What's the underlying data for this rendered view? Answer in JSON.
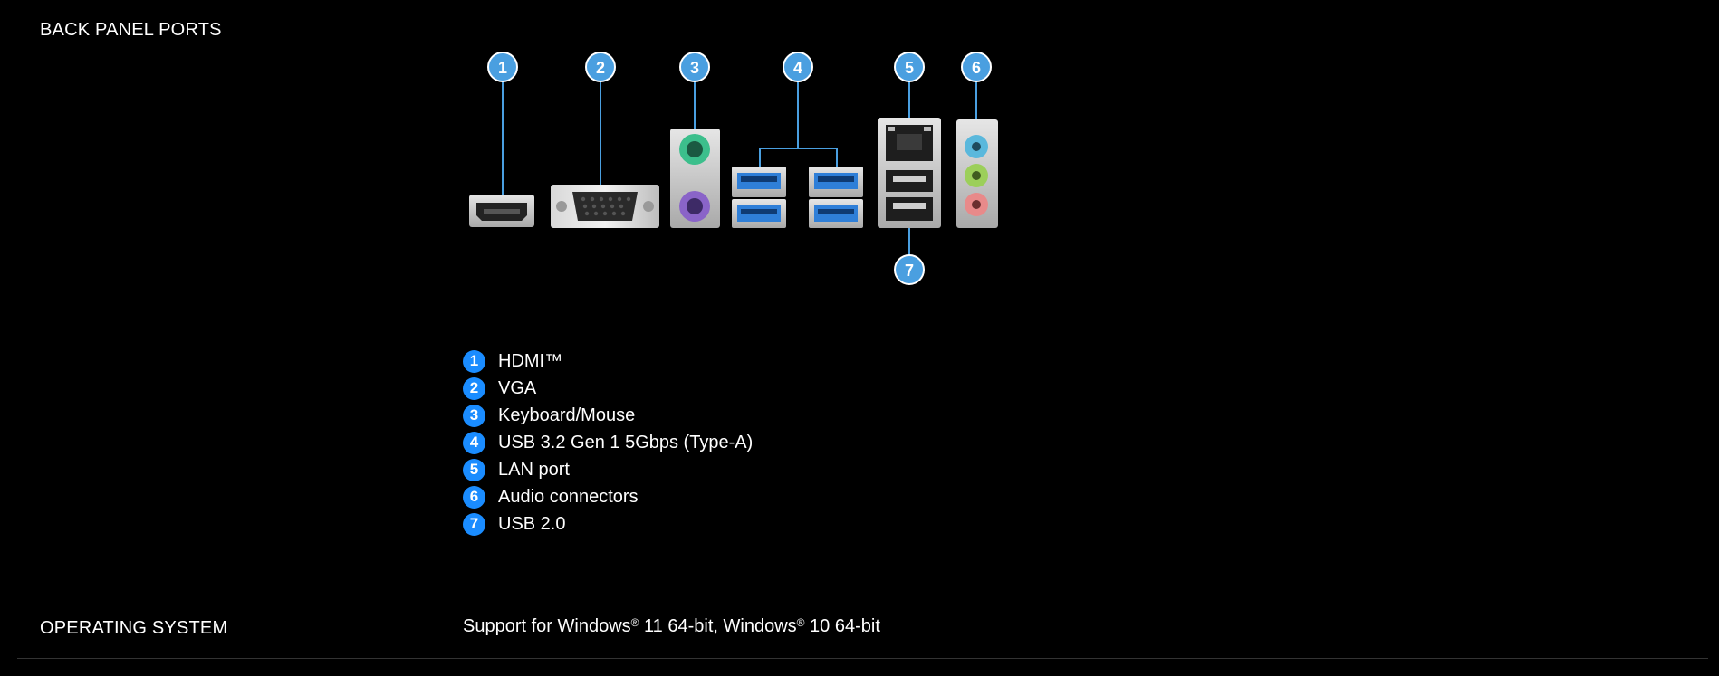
{
  "back_panel": {
    "label": "BACK PANEL PORTS",
    "callouts": [
      "1",
      "2",
      "3",
      "4",
      "5",
      "6",
      "7"
    ],
    "legend": [
      {
        "num": "1",
        "text": "HDMI™"
      },
      {
        "num": "2",
        "text": "VGA"
      },
      {
        "num": "3",
        "text": "Keyboard/Mouse"
      },
      {
        "num": "4",
        "text": "USB 3.2 Gen 1 5Gbps (Type-A)"
      },
      {
        "num": "5",
        "text": "LAN port"
      },
      {
        "num": "6",
        "text": "Audio connectors"
      },
      {
        "num": "7",
        "text": "USB 2.0"
      }
    ]
  },
  "operating_system": {
    "label": "OPERATING SYSTEM",
    "part1": "Support for Windows",
    "reg1": "®",
    "part2": " 11 64-bit, Windows",
    "reg2": "®",
    "part3": " 10 64-bit"
  },
  "colors": {
    "callout_blue": "#4a9fe0",
    "legend_blue": "#1a8cff",
    "usb3_blue": "#2f7fd8",
    "ps2_green": "#3cbf8c",
    "ps2_purple": "#8a64c8",
    "audio_blue": "#5ab8dc",
    "audio_green": "#9ccf5a",
    "audio_pink": "#e88a8a"
  }
}
